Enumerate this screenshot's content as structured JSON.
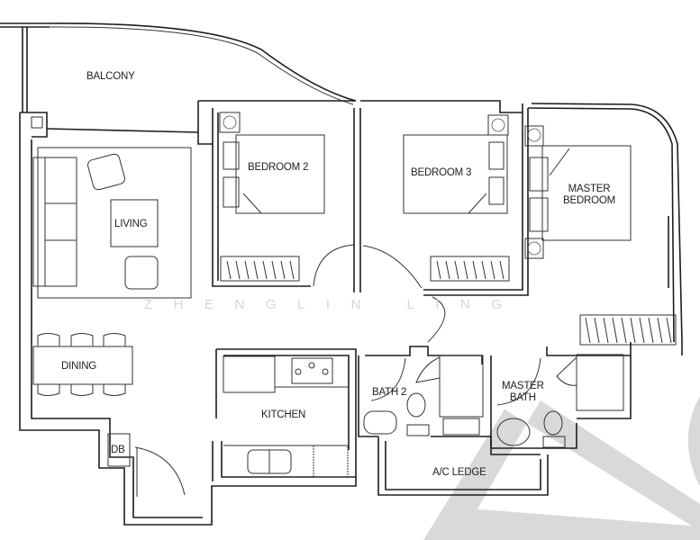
{
  "plan": {
    "type": "residential floor plan",
    "rooms": [
      {
        "id": "balcony",
        "label": "BALCONY"
      },
      {
        "id": "living",
        "label": "LIVING"
      },
      {
        "id": "dining",
        "label": "DINING"
      },
      {
        "id": "bedroom2",
        "label": "BEDROOM 2"
      },
      {
        "id": "bedroom3",
        "label": "BEDROOM 3"
      },
      {
        "id": "master_bedroom",
        "label_line1": "MASTER",
        "label_line2": "BEDROOM"
      },
      {
        "id": "kitchen",
        "label": "KITCHEN"
      },
      {
        "id": "bath2",
        "label": "BATH 2"
      },
      {
        "id": "master_bath",
        "label_line1": "MASTER",
        "label_line2": "BATH"
      },
      {
        "id": "ac_ledge",
        "label": "A/C LEDGE"
      },
      {
        "id": "db",
        "label": "DB"
      }
    ],
    "watermark": "ZHENGLIN LING",
    "colors": {
      "line": "#1e1e1e",
      "watermark": "#d6d6d6",
      "background": "#ffffff"
    }
  }
}
